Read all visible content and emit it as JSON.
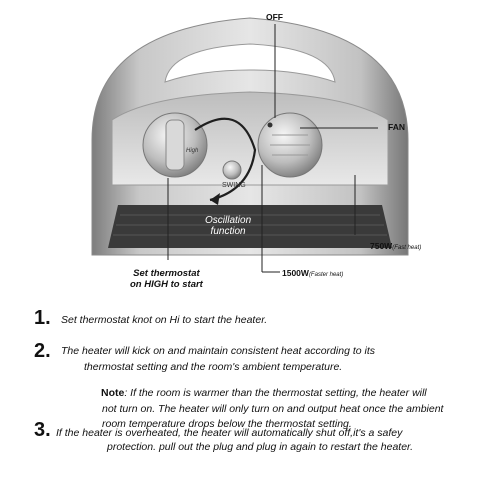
{
  "callouts": {
    "off": "OFF",
    "fan": "FAN",
    "w750": "750W",
    "w750_note": "(Fast heat)",
    "w1500": "1500W",
    "w1500_note": "(Faster heat)",
    "oscillation_line1": "Oscillation",
    "oscillation_line2": "function",
    "thermostat_line1": "Set thermostat",
    "thermostat_line2": "on HIGH to start",
    "swing": "SWING",
    "high": "High"
  },
  "steps": [
    {
      "number": "1.",
      "text": "Set thermostat knot on Hi to start the heater."
    },
    {
      "number": "2.",
      "line1": "The heater will kick on and maintain consistent heat according to its",
      "line2": "thermostat setting and the room's ambient temperature."
    },
    {
      "number": "3.",
      "line1": "If the heater is overheated, the heater will automatically shut off,it's a safey",
      "line2": "protection. pull out the plug and plug in again to restart the heater."
    }
  ],
  "note": {
    "label": "Note",
    "line1": ": If the room is warmer than the thermostat setting, the heater will",
    "line2": "not turn on. The heater will only turn on and output heat once the ambient",
    "line3": "room temperature drops below the thermostat setting."
  }
}
